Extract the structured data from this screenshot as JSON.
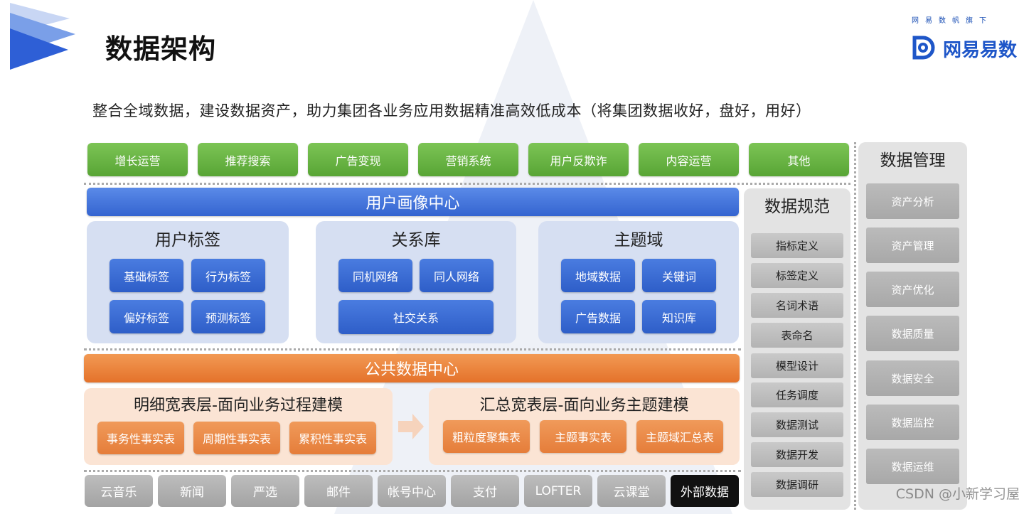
{
  "header": {
    "title": "数据架构",
    "brand_sub": "网易数帆旗下",
    "brand_name": "网易易数"
  },
  "subtitle": "整合全域数据，建设数据资产，助力集团各业务应用数据精准高效低成本（将集团数据收好，盘好，用好）",
  "apps": [
    "增长运营",
    "推荐搜索",
    "广告变现",
    "营销系统",
    "用户反欺诈",
    "内容运营",
    "其他"
  ],
  "user_center": {
    "title": "用户画像中心",
    "tags": {
      "title": "用户标签",
      "items": [
        "基础标签",
        "行为标签",
        "偏好标签",
        "预测标签"
      ]
    },
    "relations": {
      "title": "关系库",
      "items": [
        "同机网络",
        "同人网络",
        "社交关系"
      ]
    },
    "topics": {
      "title": "主题域",
      "items": [
        "地域数据",
        "关键词",
        "广告数据",
        "知识库"
      ]
    }
  },
  "public_center": {
    "title": "公共数据中心",
    "detail": {
      "title": "明细宽表层-面向业务过程建模",
      "items": [
        "事务性事实表",
        "周期性事实表",
        "累积性事实表"
      ]
    },
    "summary": {
      "title": "汇总宽表层-面向业务主题建模",
      "items": [
        "粗粒度聚集表",
        "主题事实表",
        "主题域汇总表"
      ]
    }
  },
  "sources": [
    "云音乐",
    "新闻",
    "严选",
    "邮件",
    "帐号中心",
    "支付",
    "LOFTER",
    "云课堂",
    "外部数据"
  ],
  "standards": {
    "title": "数据规范",
    "items": [
      "指标定义",
      "标签定义",
      "名词术语",
      "表命名",
      "模型设计",
      "任务调度",
      "数据测试",
      "数据开发",
      "数据调研"
    ]
  },
  "management": {
    "title": "数据管理",
    "items": [
      "资产分析",
      "资产管理",
      "资产优化",
      "数据质量",
      "数据安全",
      "数据监控",
      "数据运维"
    ]
  },
  "watermark": "CSDN @小新学习屋",
  "colors": {
    "green": "#6ab845",
    "blue": "#3a6ed8",
    "orange": "#e97b35",
    "gray": "#b0b0b0",
    "brand": "#1e56c8"
  }
}
